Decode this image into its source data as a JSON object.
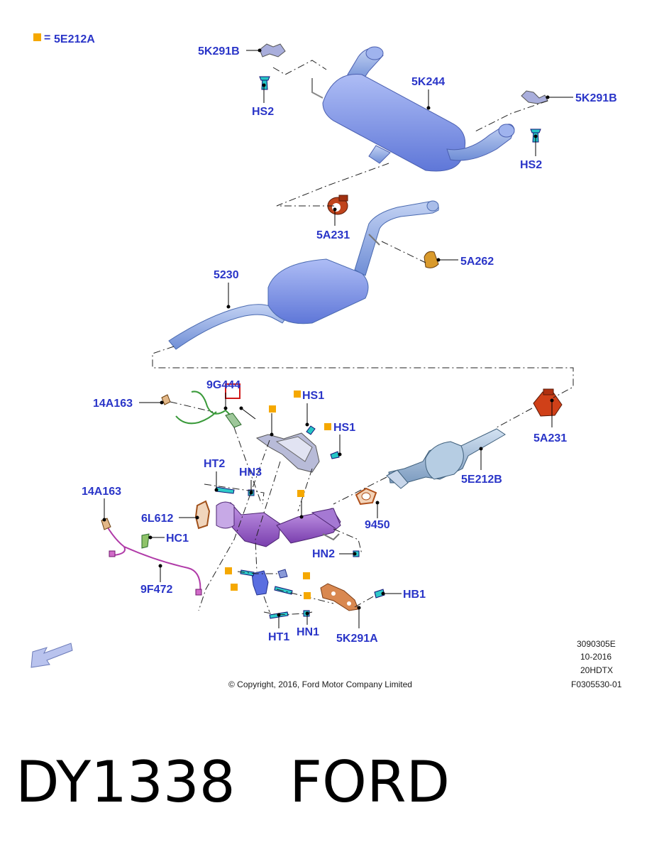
{
  "legend": {
    "symbol_color": "#f5a800",
    "equals": "=",
    "code": "5E212A"
  },
  "labels": {
    "l_5k291b_left": "5K291B",
    "l_hs2_left": "HS2",
    "l_5k244": "5K244",
    "l_5k291b_right": "5K291B",
    "l_hs2_right": "HS2",
    "l_5a231_top": "5A231",
    "l_5a262": "5A262",
    "l_5230": "5230",
    "l_9g444": "9G444",
    "l_14a163_top": "14A163",
    "l_hs1_a": "HS1",
    "l_hs1_b": "HS1",
    "l_5a231_right": "5A231",
    "l_5e212b": "5E212B",
    "l_ht2": "HT2",
    "l_hn3": "HN3",
    "l_14a163_left": "14A163",
    "l_6l612": "6L612",
    "l_hc1": "HC1",
    "l_9450": "9450",
    "l_hn2": "HN2",
    "l_9f472": "9F472",
    "l_hb1": "HB1",
    "l_ht1": "HT1",
    "l_hn1": "HN1",
    "l_5k291a": "5K291A"
  },
  "meta": {
    "ref": "3090305E",
    "date": "10-2016",
    "engine": "20HDTX",
    "figure": "F0305530-01",
    "copyright": "© Copyright, 2016, Ford Motor Company Limited"
  },
  "colors": {
    "label": "#2a35c8",
    "muffler": "#7f97e8",
    "pipe": "#8aa6e2",
    "catalyst": "#9fb9d8",
    "manifold": "#9a63c6",
    "clamp": "#c0441c",
    "isolator": "#d99a2c",
    "sensor_wire": "#3a9a3a",
    "harness_wire": "#b03aa8",
    "legend_square": "#f5a800"
  },
  "bottom_title": "DY1338   FORD"
}
